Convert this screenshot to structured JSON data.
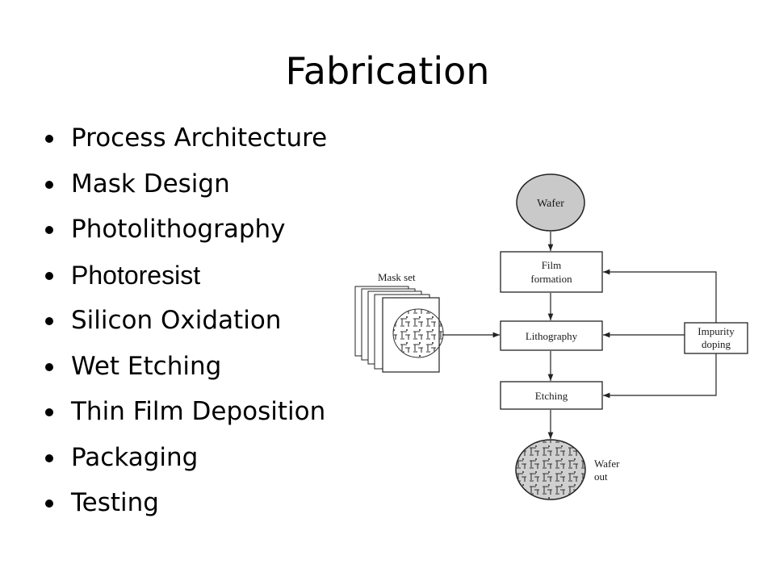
{
  "slide": {
    "title": "Fabrication",
    "bullets": [
      "Process Architecture",
      "Mask Design",
      "Photolithography",
      "Photoresist",
      "Silicon Oxidation",
      "Wet Etching",
      "Thin Film Deposition",
      "Packaging",
      "Testing"
    ]
  },
  "diagram": {
    "wafer_label": "Wafer",
    "film_line1": "Film",
    "film_line2": "formation",
    "mask_label": "Mask set",
    "litho_label": "Lithography",
    "etching_label": "Etching",
    "impurity_line1": "Impurity",
    "impurity_line2": "doping",
    "wafer_out_line1": "Wafer",
    "wafer_out_line2": "out"
  }
}
